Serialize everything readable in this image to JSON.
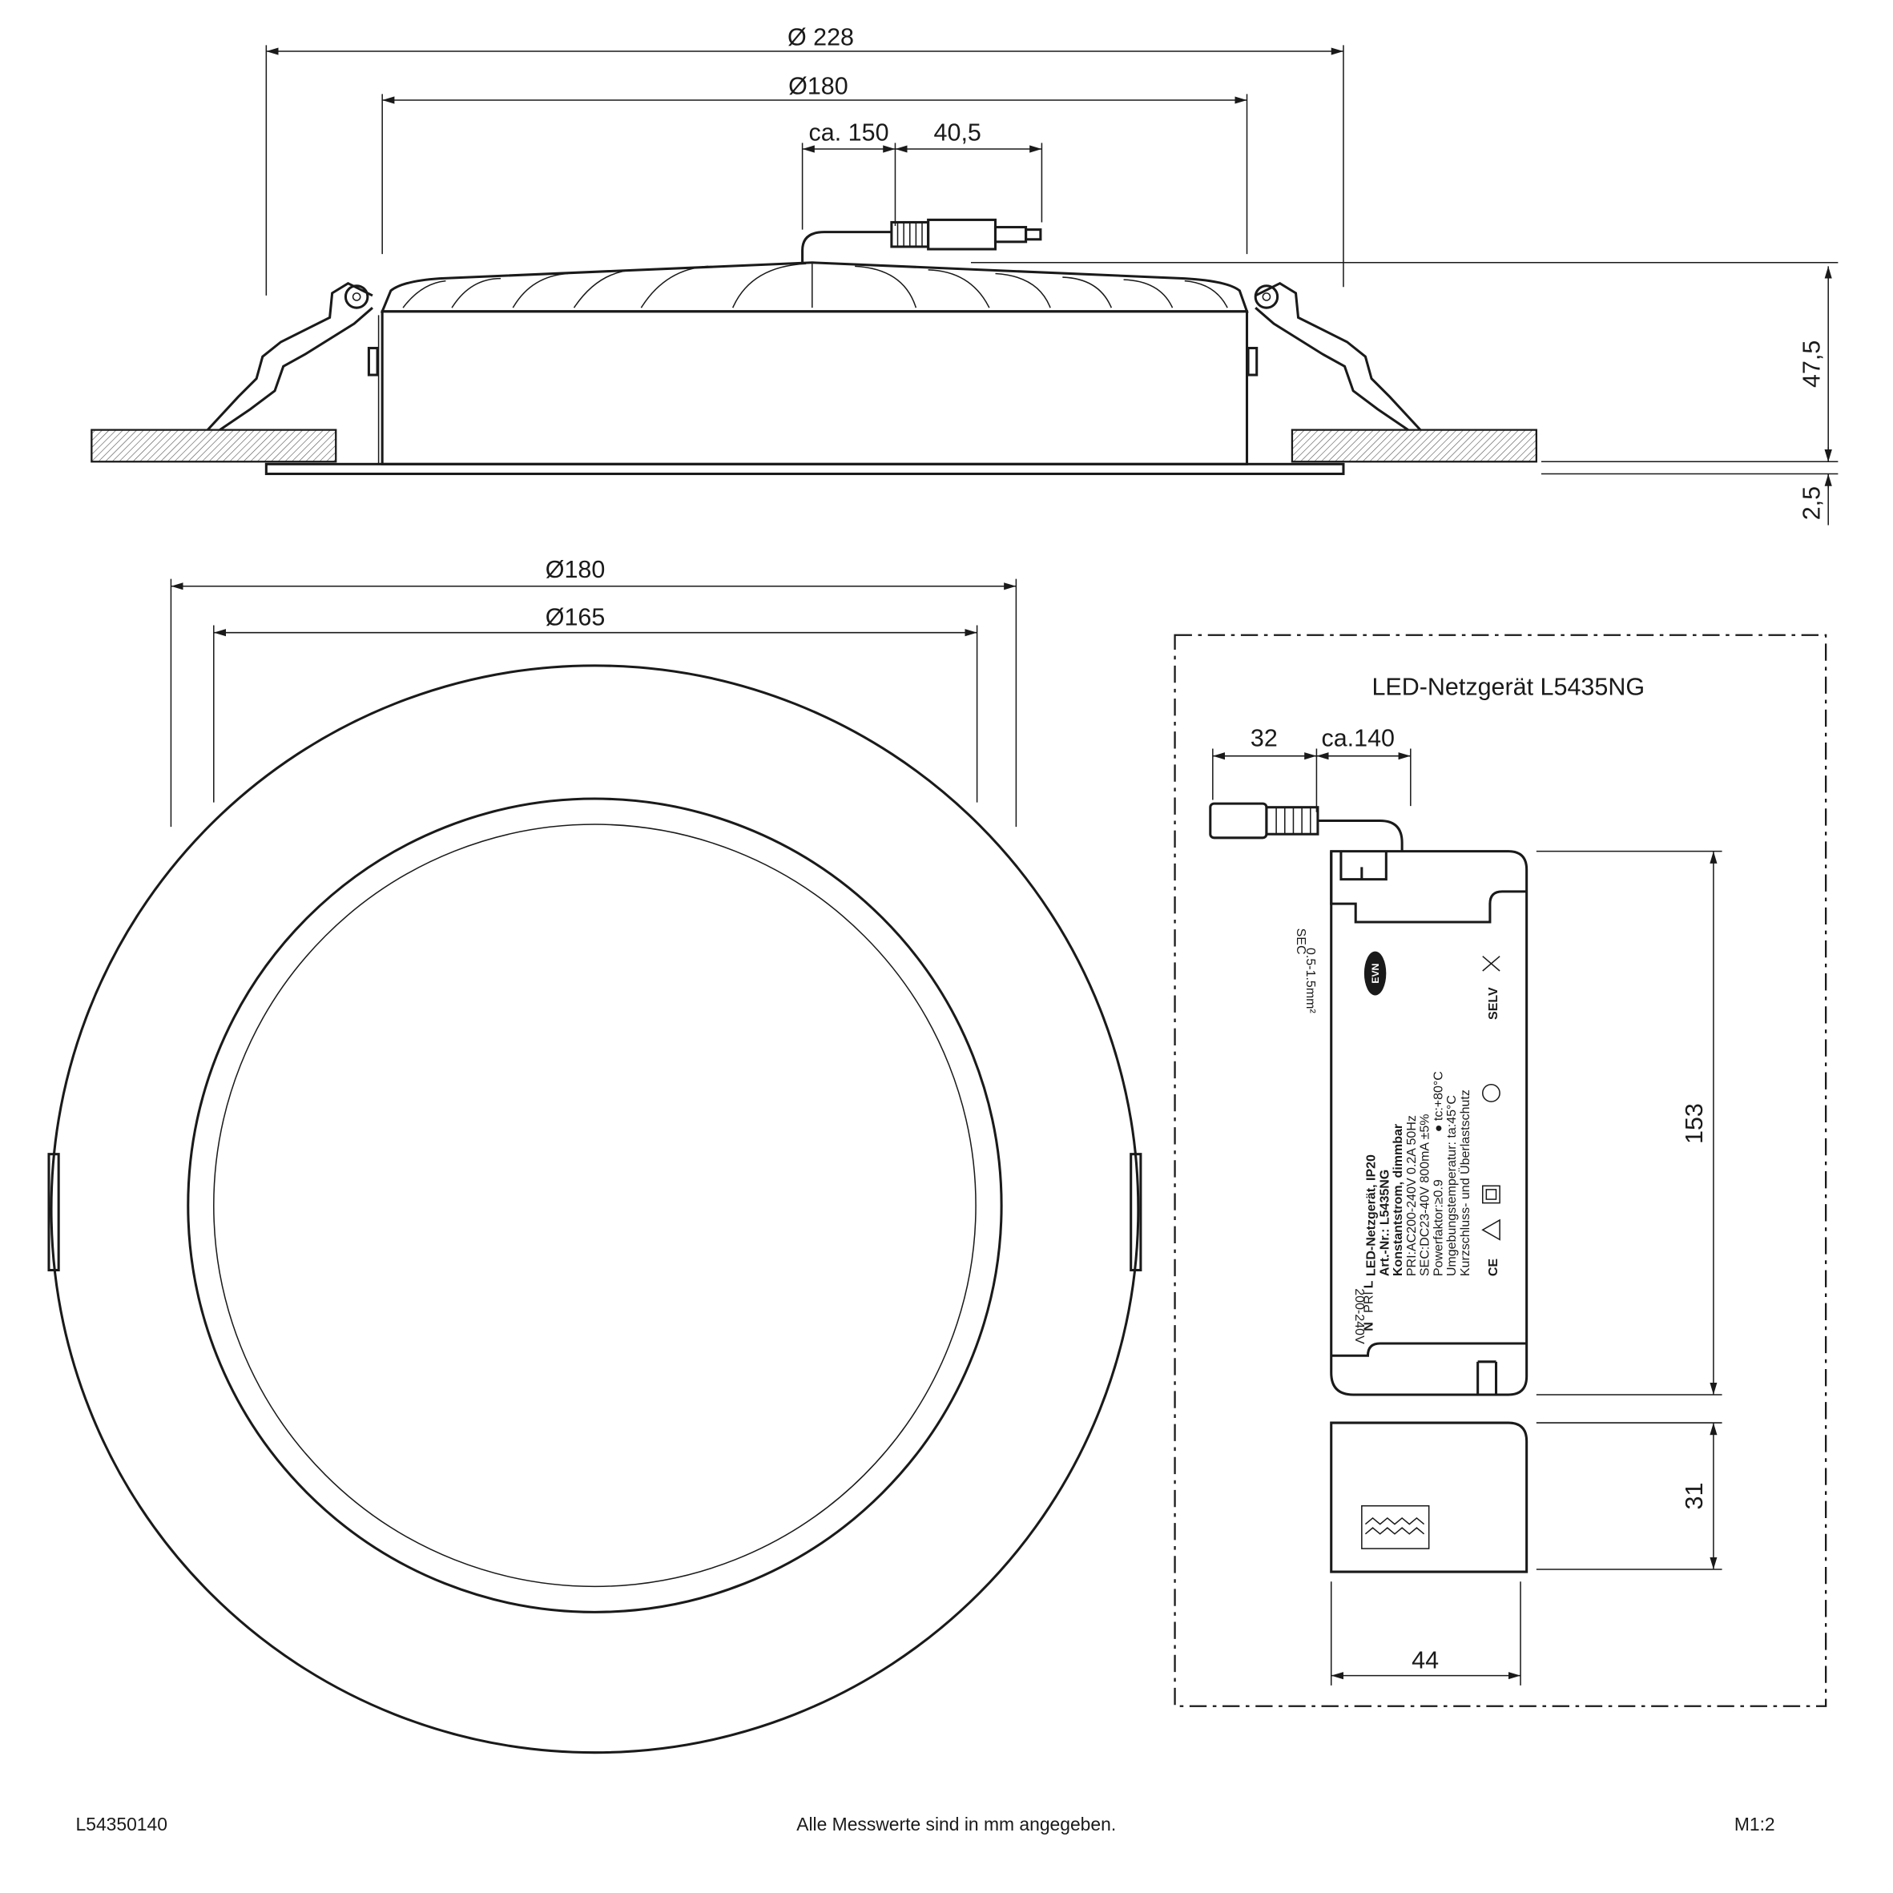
{
  "top_view": {
    "dim_outer": "Ø 228",
    "dim_body": "Ø180",
    "dim_cable": "ca. 150",
    "dim_connector": "40,5",
    "dim_height": "47,5",
    "dim_flange": "2,5"
  },
  "front_view": {
    "dim_outer": "Ø180",
    "dim_cutout": "Ø165"
  },
  "driver": {
    "title": "LED-Netzgerät L5435NG",
    "dim_plug": "32",
    "dim_cable": "ca.140",
    "dim_length": "153",
    "dim_height": "31",
    "dim_width": "44",
    "brand": "EVN",
    "label": {
      "line1": "LED-Netzgerät, IP20",
      "line2": "Art.-Nr.: L5435NG",
      "line3": "Konstantstrom, dimmbar",
      "line4": "PRI:AC200-240V  0.2A  50Hz",
      "line5": "SEC:DC23-40V  800mA  ±5%",
      "line6": "Powerfaktor:≥0.9",
      "line6b": "● tc:+80°C",
      "line7": "Umgebungstemperatur: ta:45°C",
      "line8": "Kurzschluss- und Überlastschutz",
      "sec": "SEC",
      "sec_wire": "0.5-1.5mm²",
      "pri_voltage": "200-240V",
      "pri": "PRI",
      "n": "N",
      "l": "L",
      "selv": "SELV",
      "ce": "CE"
    }
  },
  "footer": {
    "article": "L54350140",
    "note": "Alle Messwerte sind in mm angegeben.",
    "scale": "M1:2"
  }
}
